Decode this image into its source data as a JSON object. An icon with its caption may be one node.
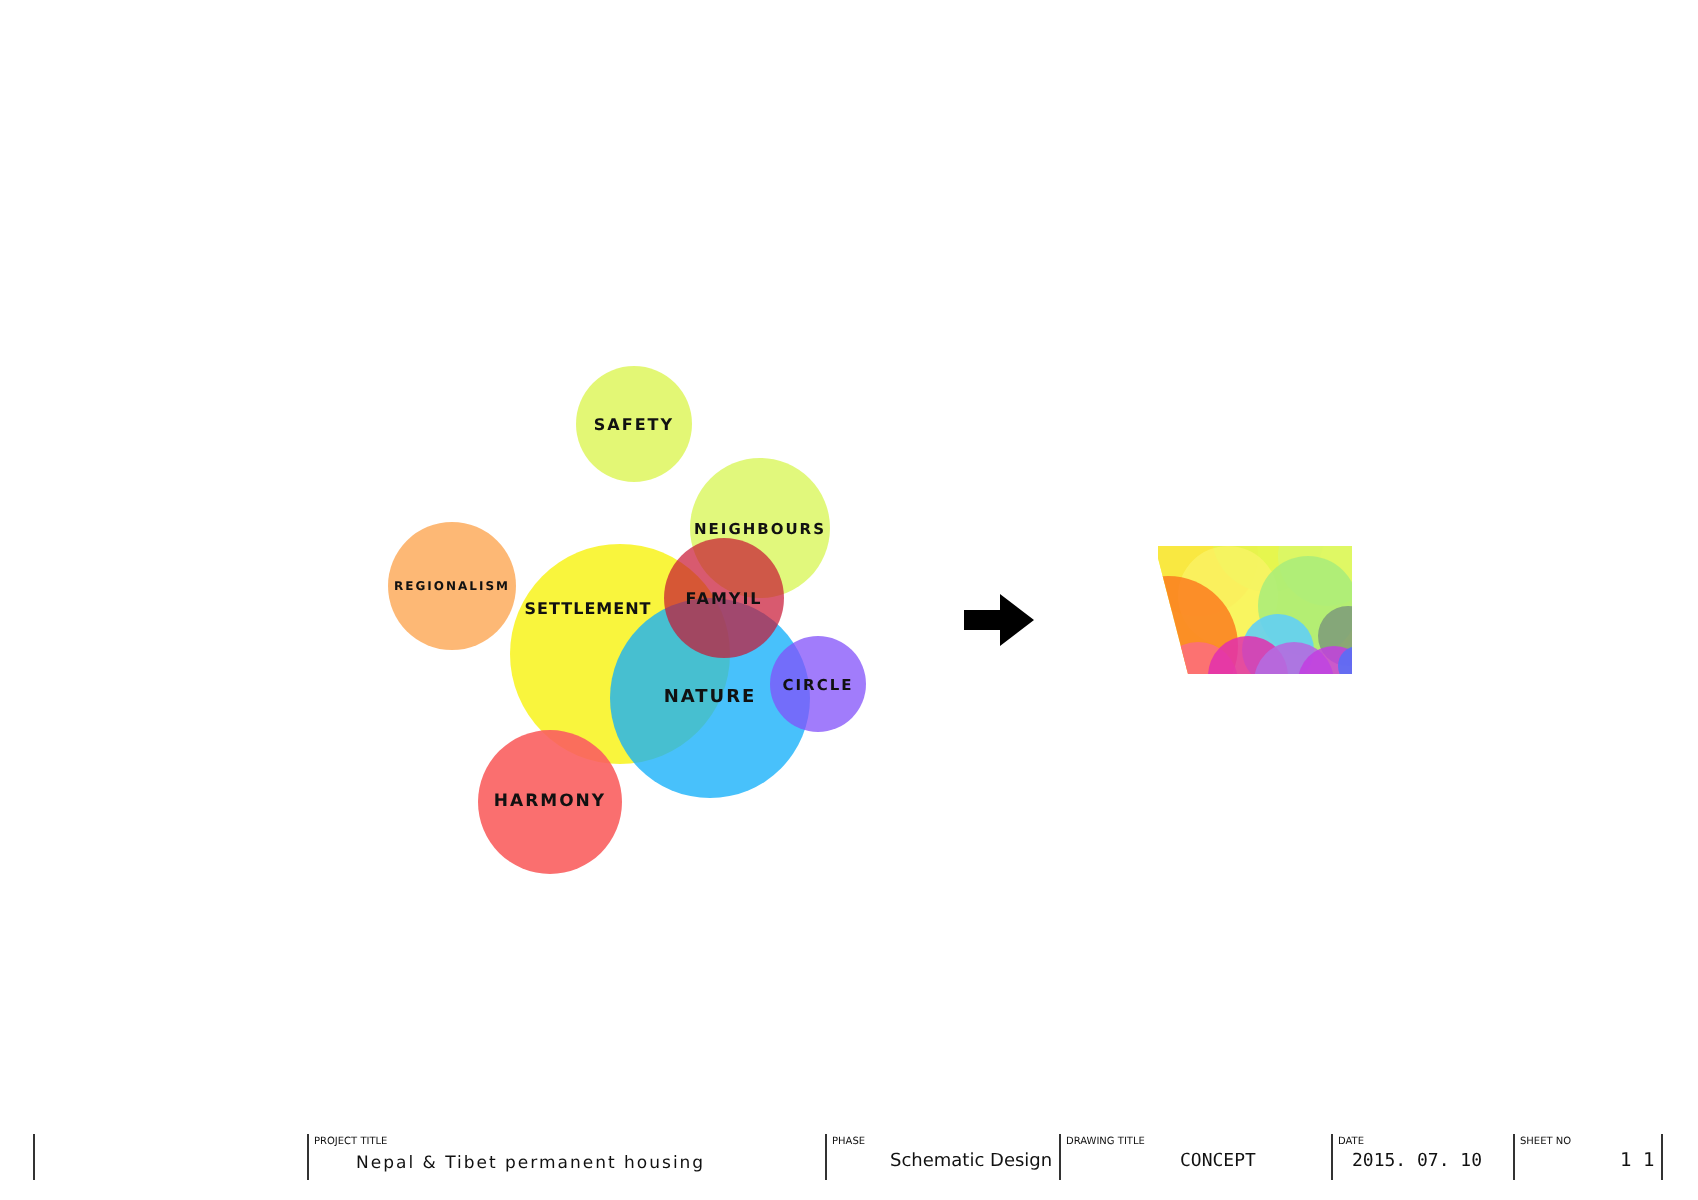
{
  "diagram": {
    "nodes": [
      {
        "text": [
          "SAFETY"
        ]
      },
      {
        "text": [
          "NEIGHBOURS"
        ]
      },
      {
        "text": [
          "REGIONALISM"
        ]
      },
      {
        "text": [
          "FAMYIL"
        ]
      },
      {
        "text": [
          "SETTLEMENT"
        ]
      },
      {
        "text": [
          "CIRCLE"
        ]
      },
      {
        "text": [
          "NATURE"
        ]
      },
      {
        "text": [
          "HARMONY"
        ]
      },
      {
        "text": [],
        "shape": "picture"
      }
    ],
    "labels": [
      "PROJECT TITLE",
      "Nepal & Tibet  permanent housing",
      "PHASE",
      "Schematic Design",
      "DRAWING TITLE",
      "CONCEPT",
      "DATE",
      "2015. 07. 10",
      "SHEET NO",
      "1 1"
    ]
  }
}
